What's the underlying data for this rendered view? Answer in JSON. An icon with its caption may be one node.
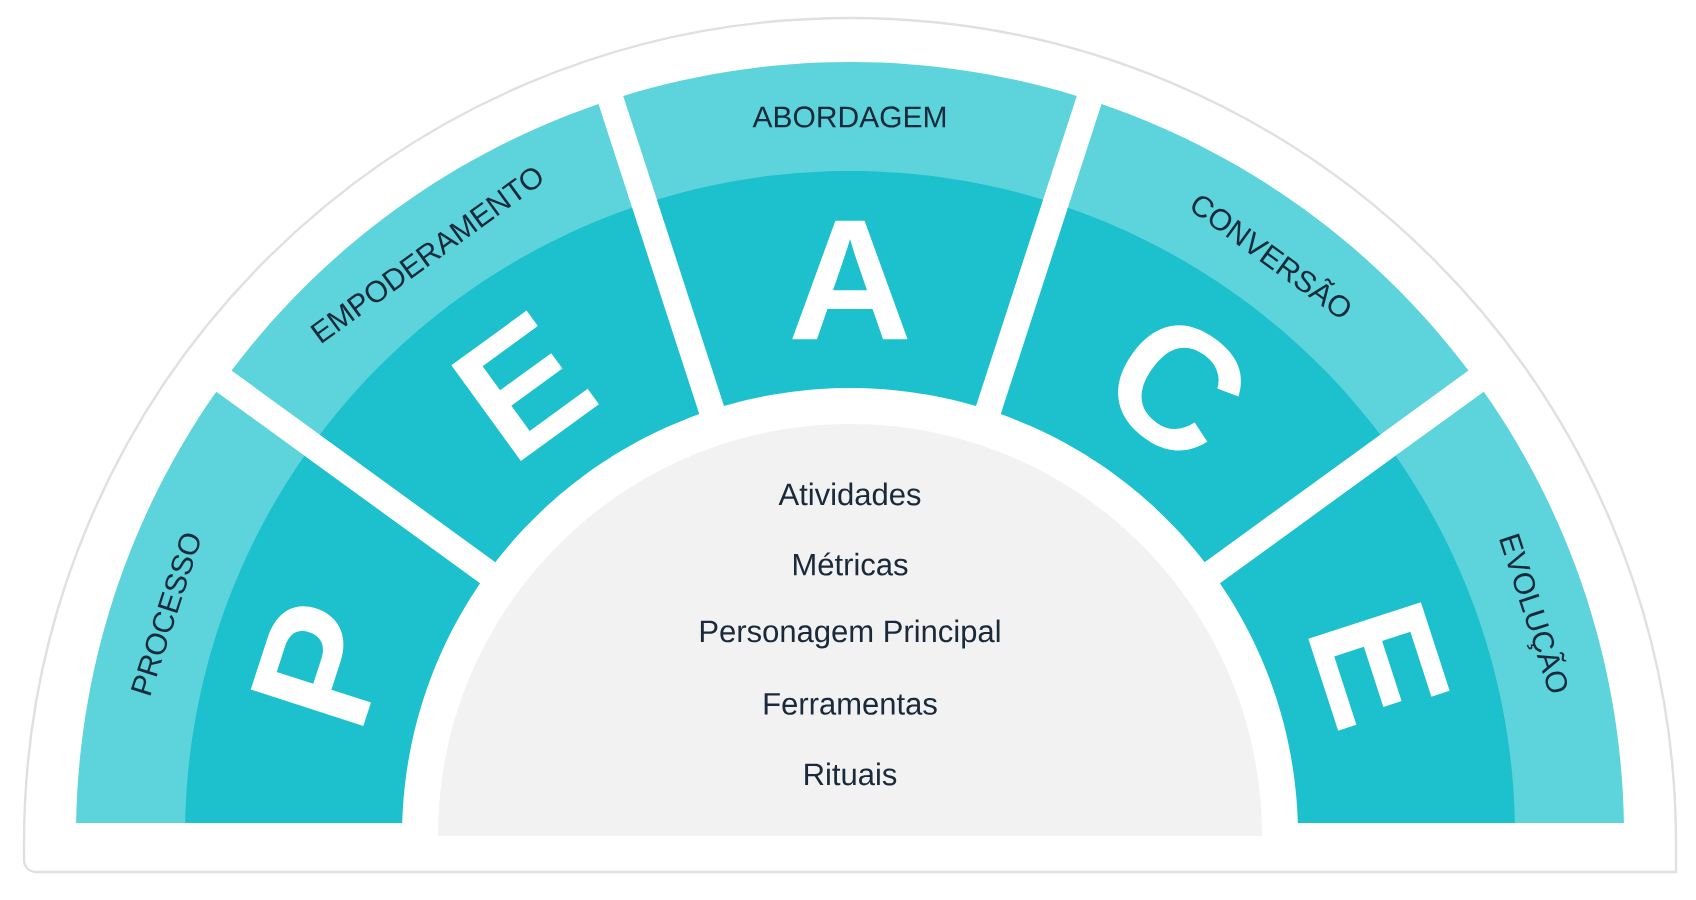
{
  "diagram": {
    "nodes": [
      {
        "text": [
          "PROCESSO"
        ]
      },
      {
        "text": [
          "P"
        ]
      },
      {
        "text": [
          "EMPODERAMENTO"
        ]
      },
      {
        "text": [
          "E"
        ]
      },
      {
        "text": [
          "ABORDAGEM"
        ]
      },
      {
        "text": [
          "A"
        ]
      },
      {
        "text": [
          "CONVERSÃO"
        ]
      },
      {
        "text": [
          "C"
        ]
      },
      {
        "text": [
          "EVOLUÇÃO"
        ]
      },
      {
        "text": [
          "E"
        ]
      },
      {
        "text": [
          "Atividades",
          "Métricas",
          "Personagem Principal",
          "Ferramentas",
          "Rituais"
        ]
      }
    ],
    "edges": []
  }
}
